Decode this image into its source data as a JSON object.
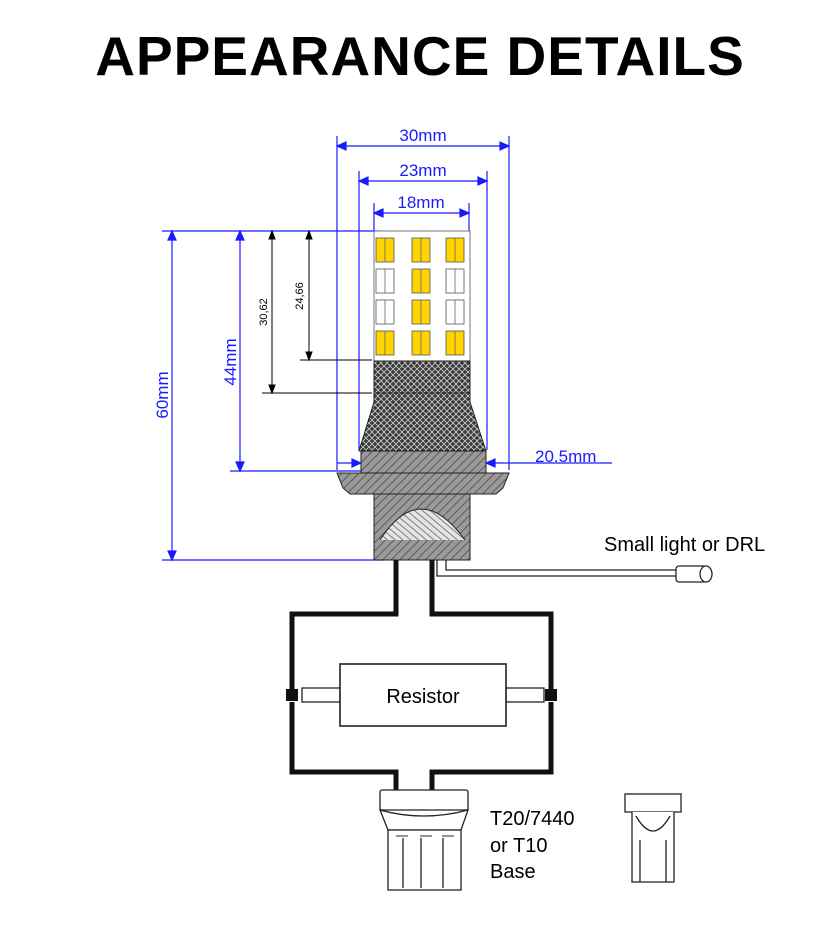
{
  "title": "APPEARANCE DETAILS",
  "dimensions": {
    "width_outer": "30mm",
    "width_mid": "23mm",
    "width_inner": "18mm",
    "base_width": "20.5mm",
    "length_total": "60mm",
    "length_body": "44mm",
    "led_section_a": "30,62",
    "led_section_b": "24,66"
  },
  "labels": {
    "drl": "Small light or DRL",
    "resistor": "Resistor",
    "base_line1": "T20/7440",
    "base_line2": "or T10",
    "base_line3": "Base"
  },
  "colors": {
    "dimension": "#1a1aff",
    "led_yellow": "#ffd400",
    "led_white": "#ffffff",
    "base_gray": "#8c8c8c"
  }
}
